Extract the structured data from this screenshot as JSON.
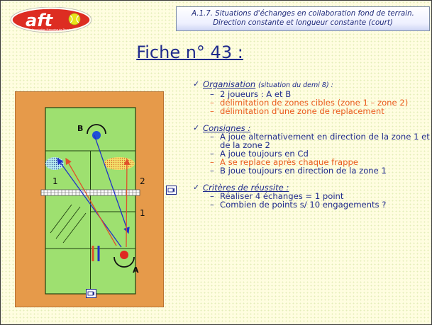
{
  "logo": {
    "text": "aft",
    "tagline": "Association Française de Tennis"
  },
  "header": {
    "line1": "A.1.7. Situations d'échanges en collaboration fond de terrain.",
    "line2": "Direction constante et longueur constante (court)"
  },
  "title": "Fiche n° 43 :",
  "diagram": {
    "player_b": "B",
    "player_a": "A",
    "zone_left": "1",
    "zone_right": "2",
    "zone_replacement": "1"
  },
  "sections": [
    {
      "title": "Organisation",
      "note": "(situation du demi 8) :",
      "items": [
        {
          "text": "2 joueurs : A et B",
          "color": "blue"
        },
        {
          "text": "délimitation de zones cibles (zone 1 – zone 2)",
          "color": "red"
        },
        {
          "text": "délimitation d'une zone de replacement",
          "color": "red"
        }
      ]
    },
    {
      "title": "Consignes :",
      "note": "",
      "items": [
        {
          "text": "A joue alternativement en direction de la zone 1 et de la zone 2",
          "color": "blue"
        },
        {
          "text": "A joue toujours en Cd",
          "color": "blue"
        },
        {
          "text": "A se replace après chaque frappe",
          "color": "red"
        },
        {
          "text": "B joue toujours en direction de la zone 1",
          "color": "blue"
        }
      ]
    },
    {
      "title": "Critères de réussite :",
      "note": "",
      "items": [
        {
          "text": "Réaliser 4 échanges = 1 point",
          "color": "blue"
        },
        {
          "text": "Combien de points s/ 10 engagements ?",
          "color": "blue"
        }
      ]
    }
  ],
  "colors": {
    "background": "#fffde0",
    "text_blue": "#1f2a8c",
    "text_red": "#ea5a1c",
    "court_surround": "#e69a4a",
    "court_surface": "#9ee070"
  },
  "icons": [
    "sound-icon",
    "checkmark-icon"
  ]
}
